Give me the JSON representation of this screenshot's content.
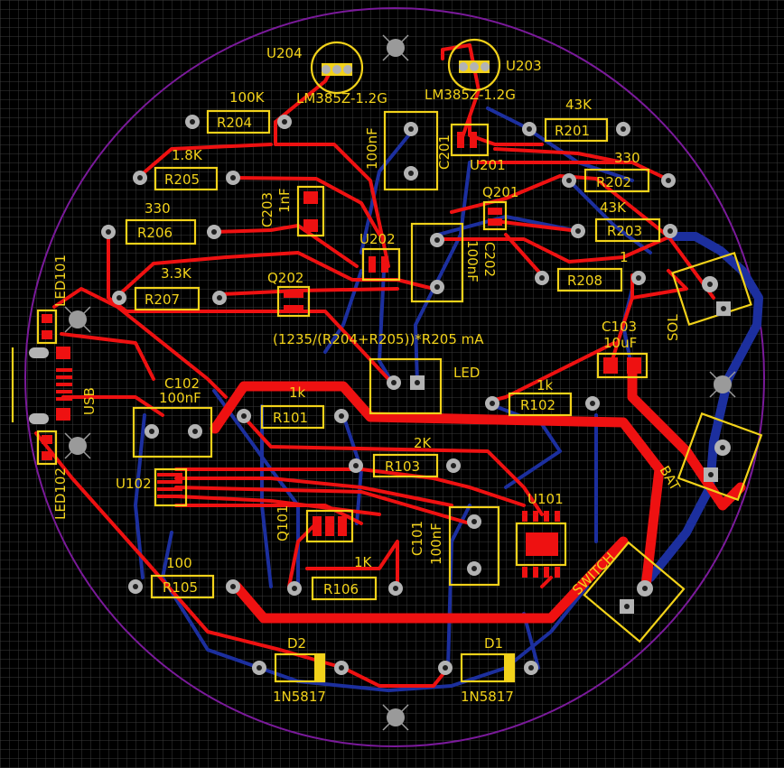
{
  "board": {
    "formula_note": "(1235/(R204+R205))*R205 mA",
    "colors": {
      "background": "#000000",
      "grid": "#3a3a3a",
      "outline": "#7a1a9a",
      "top_copper": "#ee1111",
      "bottom_copper": "#1c2f9e",
      "silkscreen": "#f2d21a",
      "pad": "#b3b3b3"
    }
  },
  "components": {
    "u204": {
      "ref": "U204",
      "value": "LM385Z-1.2G"
    },
    "u203": {
      "ref": "U203",
      "value": "LM385Z-1.2G"
    },
    "r204": {
      "ref": "R204",
      "value": "100K"
    },
    "r205": {
      "ref": "R205",
      "value": "1.8K"
    },
    "r206": {
      "ref": "R206",
      "value": "330"
    },
    "r207": {
      "ref": "R207",
      "value": "3.3K"
    },
    "r201": {
      "ref": "R201",
      "value": "43K"
    },
    "r202": {
      "ref": "R202",
      "value": "330"
    },
    "r203": {
      "ref": "R203",
      "value": "43K"
    },
    "r208": {
      "ref": "R208",
      "value": "1"
    },
    "r101": {
      "ref": "R101",
      "value": "1k"
    },
    "r102": {
      "ref": "R102",
      "value": "1k"
    },
    "r103": {
      "ref": "R103",
      "value": "2K"
    },
    "r105": {
      "ref": "R105",
      "value": "100"
    },
    "r106": {
      "ref": "R106",
      "value": "1K"
    },
    "c201": {
      "ref": "C201",
      "value": "100nF"
    },
    "c202": {
      "ref": "C202",
      "value": "100nF"
    },
    "c203": {
      "ref": "C203",
      "value": "1nF"
    },
    "c102": {
      "ref": "C102",
      "value": "100nF"
    },
    "c101": {
      "ref": "C101",
      "value": "100nF"
    },
    "c103": {
      "ref": "C103",
      "value": "10uF"
    },
    "u201": {
      "ref": "U201"
    },
    "u202": {
      "ref": "U202"
    },
    "u102": {
      "ref": "U102"
    },
    "u101": {
      "ref": "U101"
    },
    "q201": {
      "ref": "Q201"
    },
    "q202": {
      "ref": "Q202"
    },
    "q101": {
      "ref": "Q101"
    },
    "d1": {
      "ref": "D1",
      "value": "1N5817"
    },
    "d2": {
      "ref": "D2",
      "value": "1N5817"
    },
    "led": {
      "ref": "LED"
    },
    "led101": {
      "ref": "LED101"
    },
    "led102": {
      "ref": "LED102"
    },
    "usb": {
      "ref": "USB"
    },
    "sol": {
      "ref": "SOL"
    },
    "bat": {
      "ref": "BAT"
    },
    "switch": {
      "ref": "SWITCH"
    }
  }
}
